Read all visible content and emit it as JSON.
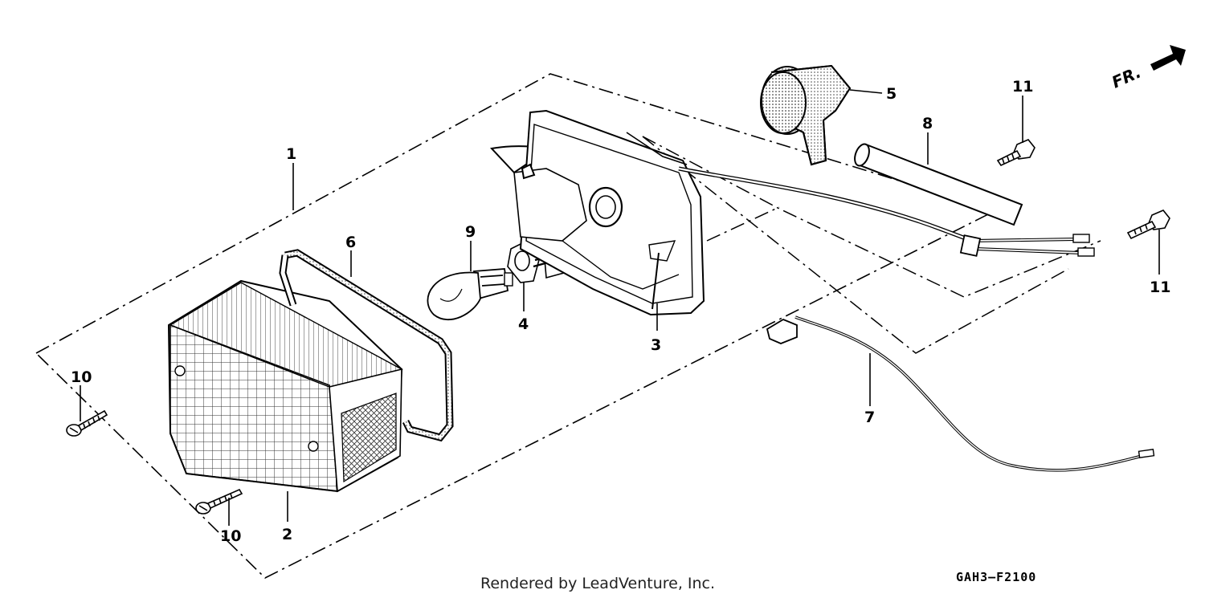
{
  "direction_label": "FR.",
  "callouts": {
    "c1": "1",
    "c2": "2",
    "c3": "3",
    "c4": "4",
    "c5": "5",
    "c6": "6",
    "c7": "7",
    "c8": "8",
    "c9": "9",
    "c10a": "10",
    "c10b": "10",
    "c11a": "11",
    "c11b": "11"
  },
  "credit": "Rendered by LeadVenture, Inc.",
  "diagram_code": "GAH3–F2100"
}
